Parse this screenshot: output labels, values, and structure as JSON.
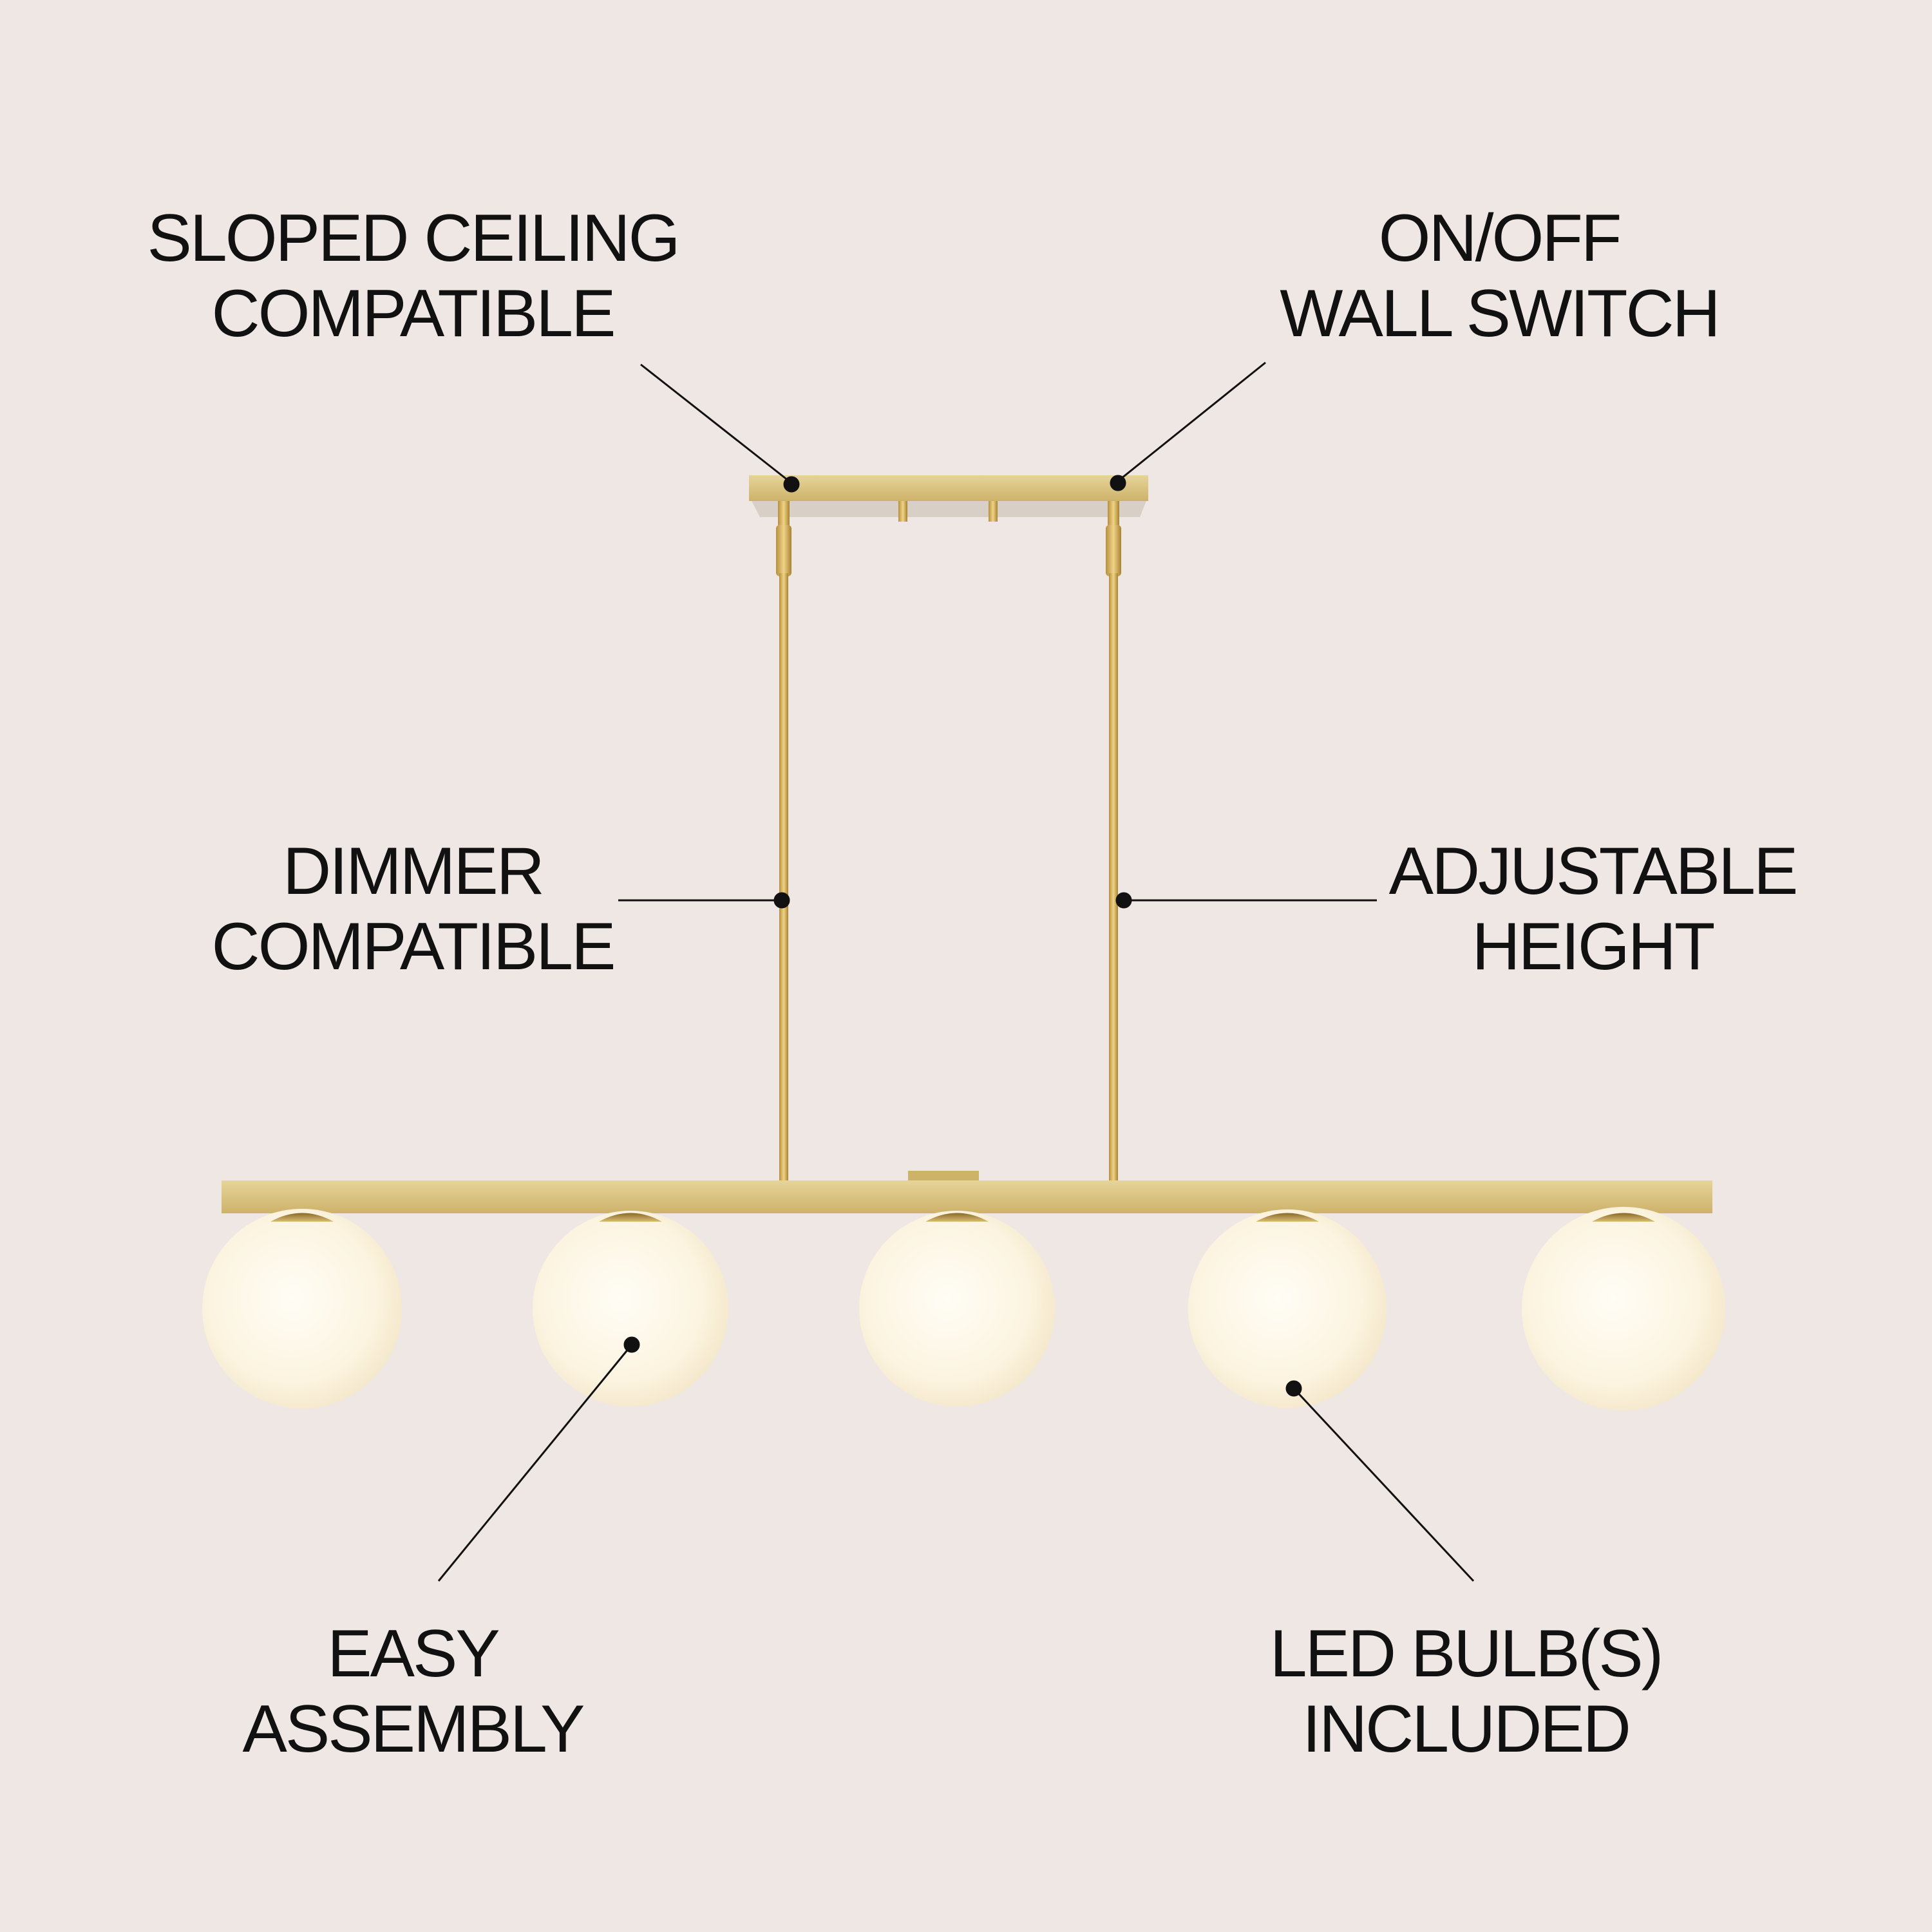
{
  "features": {
    "sloped_ceiling": {
      "line1": "SLOPED CEILING",
      "line2": "COMPATIBLE"
    },
    "wall_switch": {
      "line1": "ON/OFF",
      "line2": "WALL SWITCH"
    },
    "dimmer": {
      "line1": "DIMMER",
      "line2": "COMPATIBLE"
    },
    "adjustable_height": {
      "line1": "ADJUSTABLE",
      "line2": "HEIGHT"
    },
    "easy_assembly": {
      "line1": "EASY",
      "line2": "ASSEMBLY"
    },
    "led_bulbs": {
      "line1": "LED BULB(S)",
      "line2": "INCLUDED"
    }
  },
  "product": {
    "globe_count": 5,
    "finish_color": "#d8c27e",
    "globe_color": "#fdf6e6",
    "background_color": "#efe7e4"
  }
}
